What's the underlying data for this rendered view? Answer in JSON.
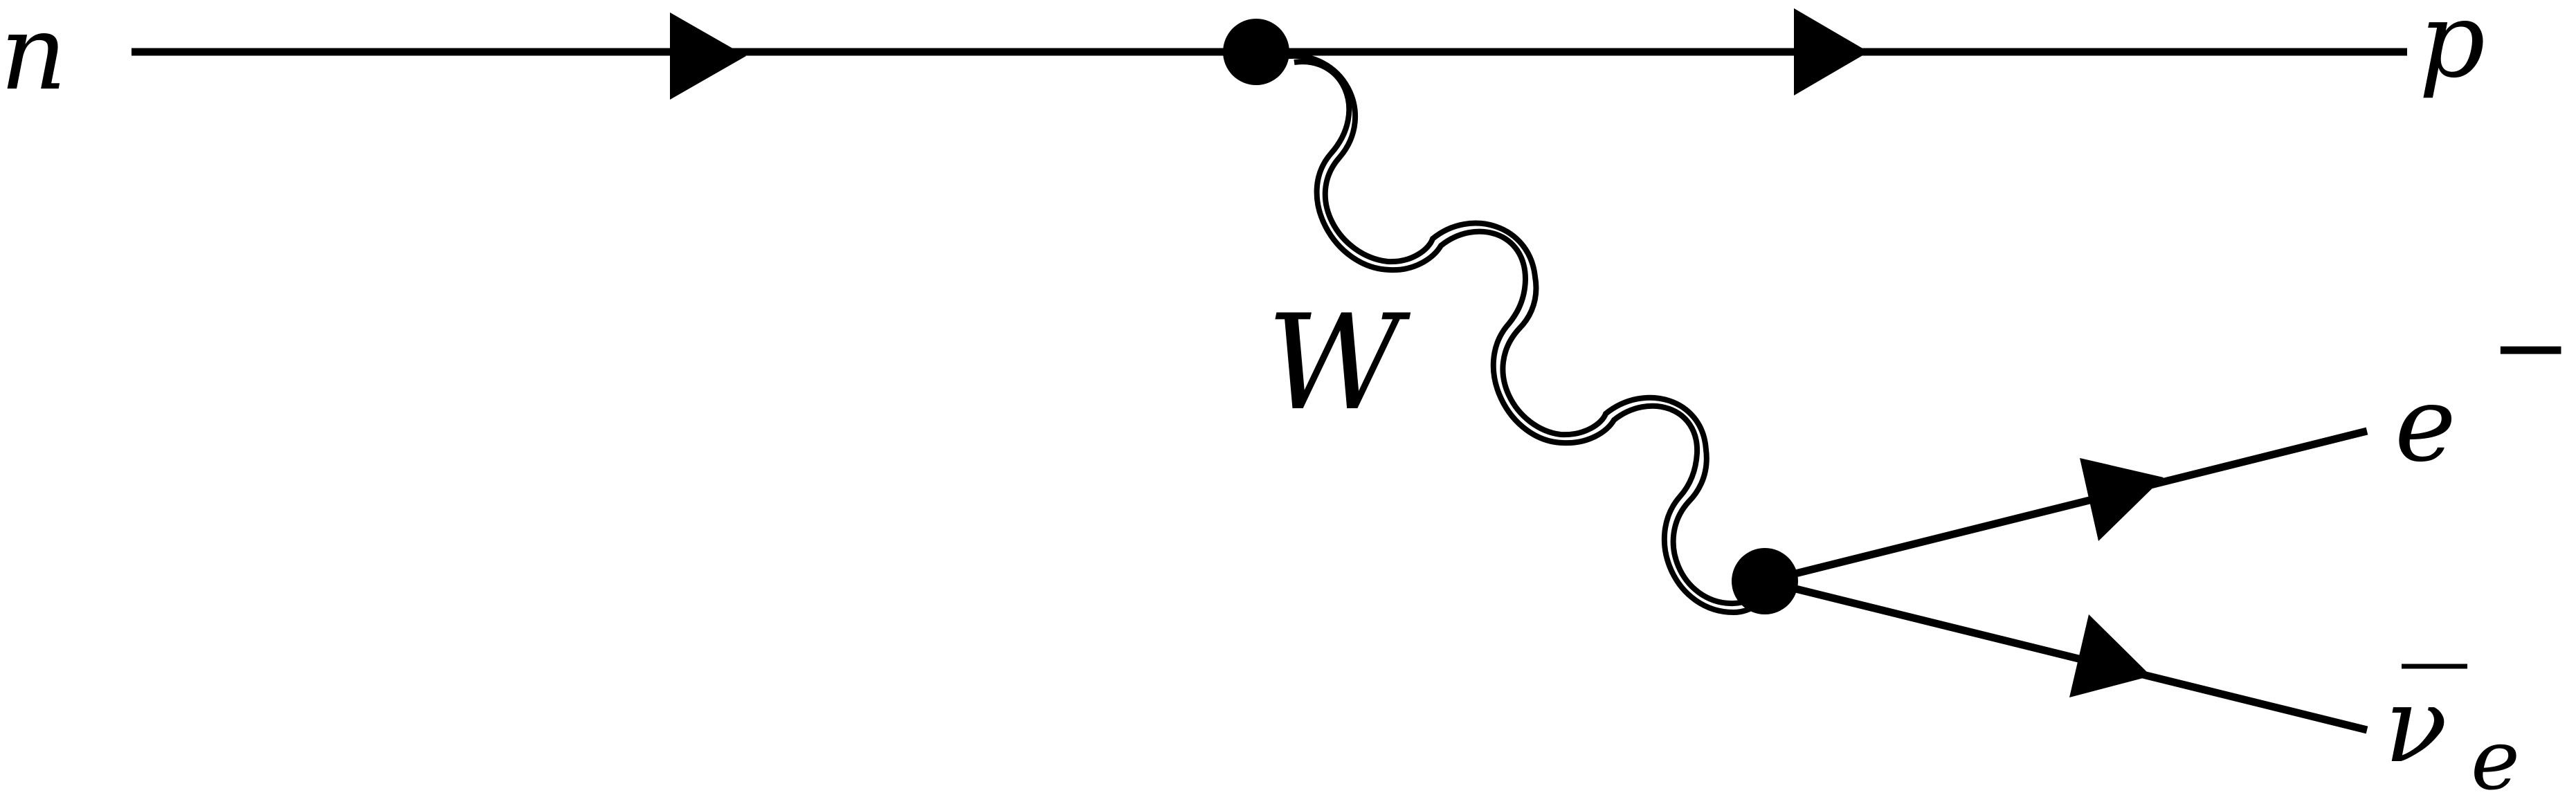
{
  "diagram": {
    "particles": {
      "neutron": "n",
      "proton": "p",
      "boson": "W",
      "electron": "e",
      "electron_charge": "−",
      "antineutrino": "ν",
      "antineutrino_subscript": "e"
    },
    "colors": {
      "ink": "#000000",
      "background": "#ffffff"
    }
  }
}
